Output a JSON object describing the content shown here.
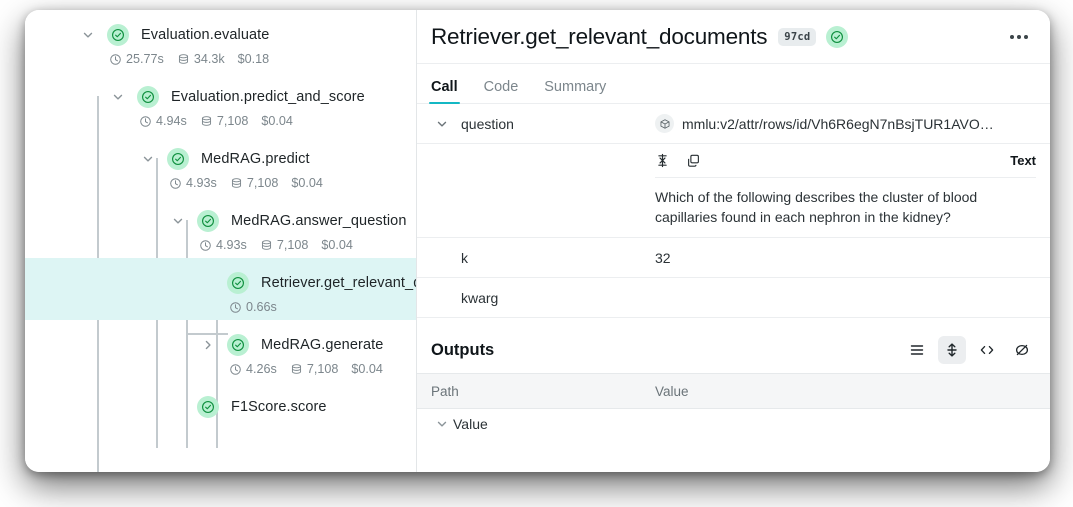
{
  "trace_tree": {
    "rows": [
      {
        "name": "Evaluation.evaluate",
        "duration": "25.77s",
        "tokens": "34.3k",
        "cost": "$0.18",
        "depth": 0,
        "expanded": true,
        "selected": false,
        "status": "success"
      },
      {
        "name": "Evaluation.predict_and_score",
        "duration": "4.94s",
        "tokens": "7,108",
        "cost": "$0.04",
        "depth": 1,
        "expanded": true,
        "selected": false,
        "status": "success"
      },
      {
        "name": "MedRAG.predict",
        "duration": "4.93s",
        "tokens": "7,108",
        "cost": "$0.04",
        "depth": 2,
        "expanded": true,
        "selected": false,
        "status": "success"
      },
      {
        "name": "MedRAG.answer_question",
        "duration": "4.93s",
        "tokens": "7,108",
        "cost": "$0.04",
        "depth": 3,
        "expanded": true,
        "selected": false,
        "status": "success"
      },
      {
        "name": "Retriever.get_relevant_d",
        "duration": "0.66s",
        "tokens": "",
        "cost": "",
        "depth": 4,
        "expanded": false,
        "selected": true,
        "status": "success"
      },
      {
        "name": "MedRAG.generate",
        "duration": "4.26s",
        "tokens": "7,108",
        "cost": "$0.04",
        "depth": 4,
        "expanded": false,
        "selected": false,
        "status": "success"
      },
      {
        "name": "F1Score.score",
        "duration": "",
        "tokens": "",
        "cost": "",
        "depth": 3,
        "expanded": false,
        "selected": false,
        "status": "success"
      }
    ]
  },
  "detail": {
    "title": "Retriever.get_relevant_documents",
    "id_chip": "97cd",
    "status": "success",
    "tabs": [
      {
        "label": "Call",
        "active": true
      },
      {
        "label": "Code",
        "active": false
      },
      {
        "label": "Summary",
        "active": false
      }
    ],
    "inputs": [
      {
        "key": "question",
        "value": "mmlu:v2/attr/rows/id/Vh6R6egN7nBsjTUR1AVO…",
        "is_ref": true,
        "expanded": true
      },
      {
        "key": "k",
        "value": "32",
        "is_ref": false,
        "expanded": false
      },
      {
        "key": "kwarg",
        "value": "",
        "is_ref": false,
        "expanded": false
      }
    ],
    "text_block": {
      "format_label": "Text",
      "body": "Which of the following describes the cluster of blood capillaries found in each nephron in the kidney?"
    },
    "outputs": {
      "title": "Outputs",
      "view_icons": [
        {
          "name": "rows-view-icon",
          "active": false
        },
        {
          "name": "expand-rows-icon",
          "active": true
        },
        {
          "name": "code-view-icon",
          "active": false
        },
        {
          "name": "hide-empty-icon",
          "active": false
        }
      ],
      "columns": [
        "Path",
        "Value"
      ],
      "rows": [
        {
          "path": "Value",
          "value": ""
        }
      ]
    }
  },
  "colors": {
    "accent": "#14b8c4",
    "selected_row": "#ddf5f4",
    "status_green_bg": "#b9f0d2",
    "status_green_fg": "#10903f"
  }
}
